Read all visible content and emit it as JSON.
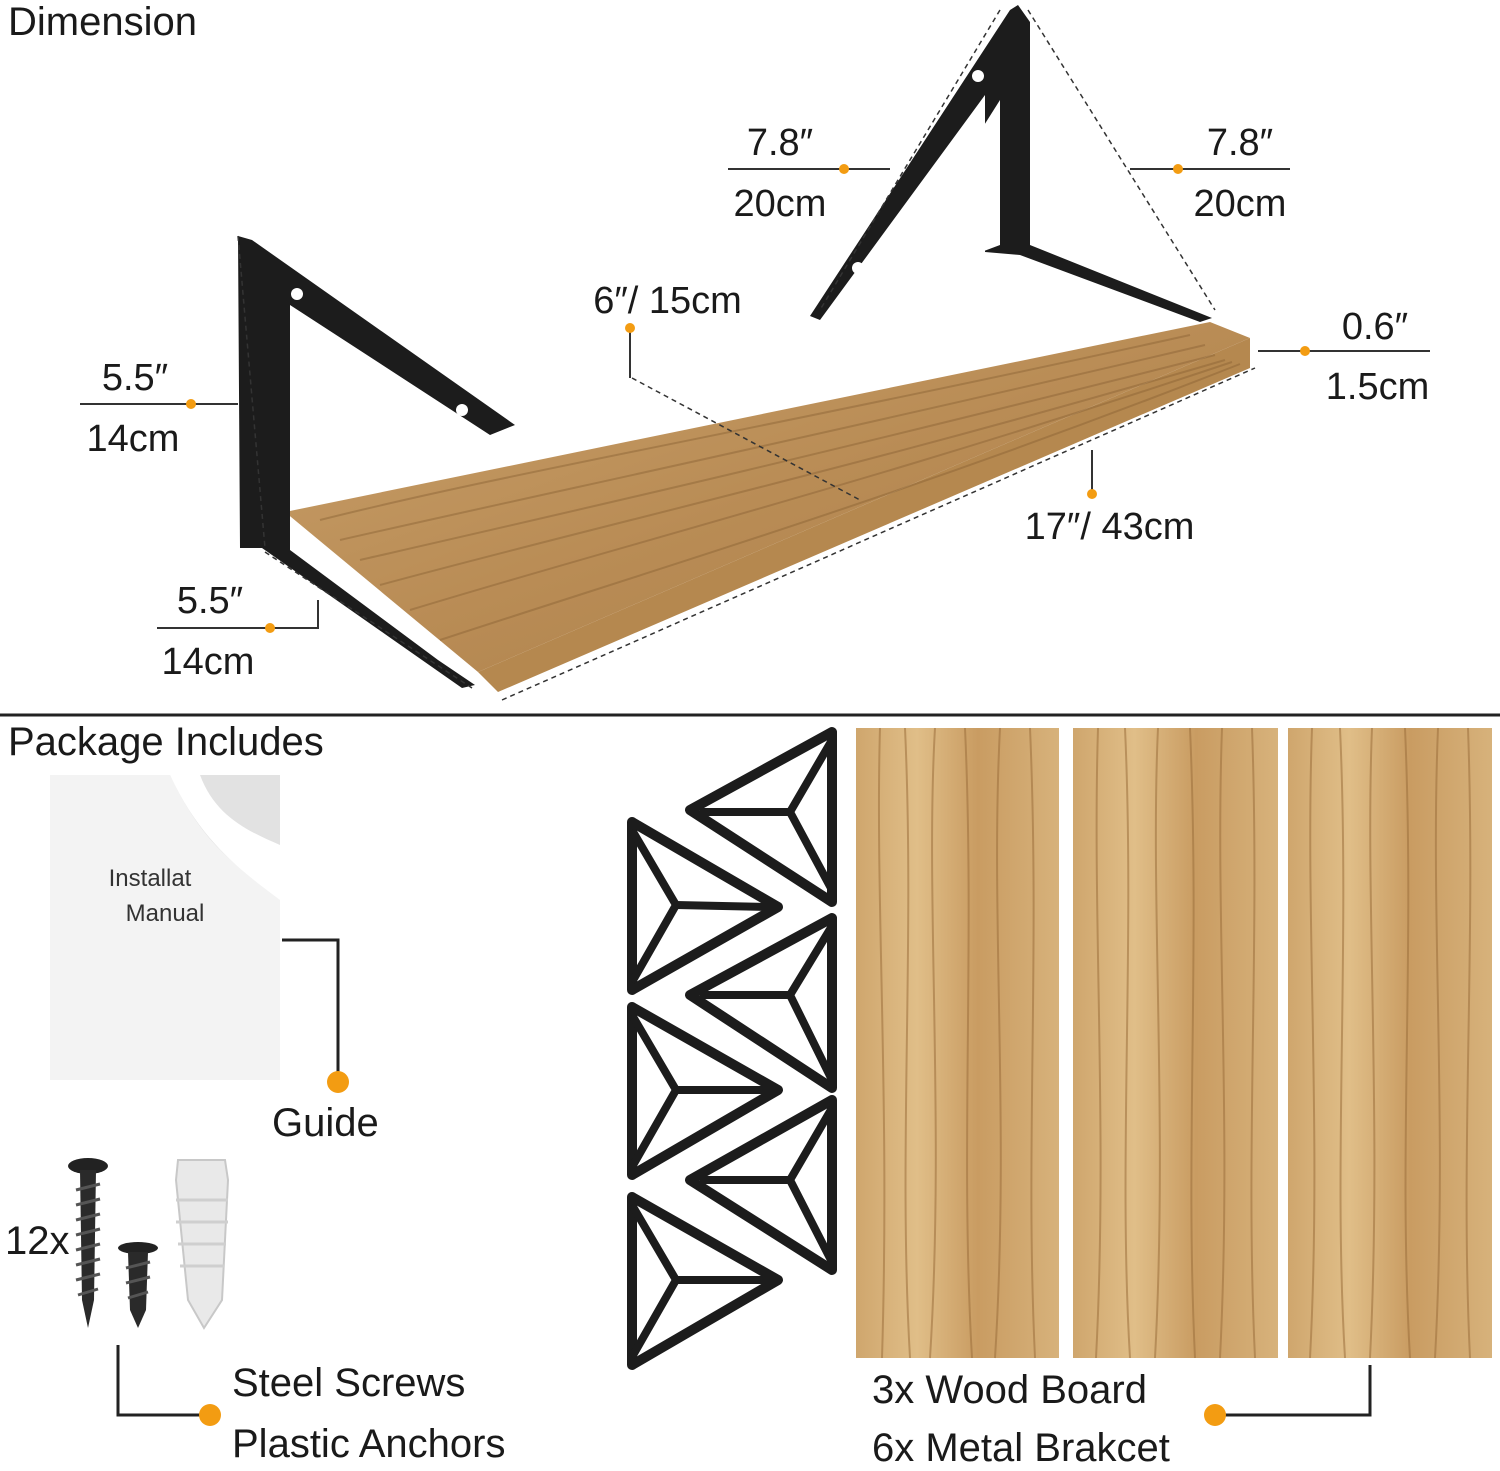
{
  "section_dimension": {
    "title": "Dimension"
  },
  "dimensions": {
    "bracket_left_height": {
      "in": "5.5″",
      "cm": "14cm"
    },
    "bracket_left_depth": {
      "in": "5.5″",
      "cm": "14cm"
    },
    "bracket_right_left_side": {
      "in": "7.8″",
      "cm": "20cm"
    },
    "bracket_right_right_side": {
      "in": "7.8″",
      "cm": "20cm"
    },
    "board_depth": "6″/ 15cm",
    "board_length": "17″/ 43cm",
    "board_thickness": {
      "in": "0.6″",
      "cm": "1.5cm"
    }
  },
  "section_package": {
    "title": "Package Includes"
  },
  "package": {
    "manual_label_line1": "Installat",
    "manual_label_line2": "Manual",
    "guide_label": "Guide",
    "screws_count": "12x",
    "screws_label_line1": "Steel Screws",
    "screws_label_line2": "Plastic Anchors",
    "boards_label_line1": "3x Wood Board",
    "boards_label_line2": "6x Metal Brakcet"
  },
  "colors": {
    "accent_dot": "#f39c12",
    "wood_light": "#d9b784",
    "wood_dark": "#a77b45",
    "metal": "#1c1c1c"
  }
}
